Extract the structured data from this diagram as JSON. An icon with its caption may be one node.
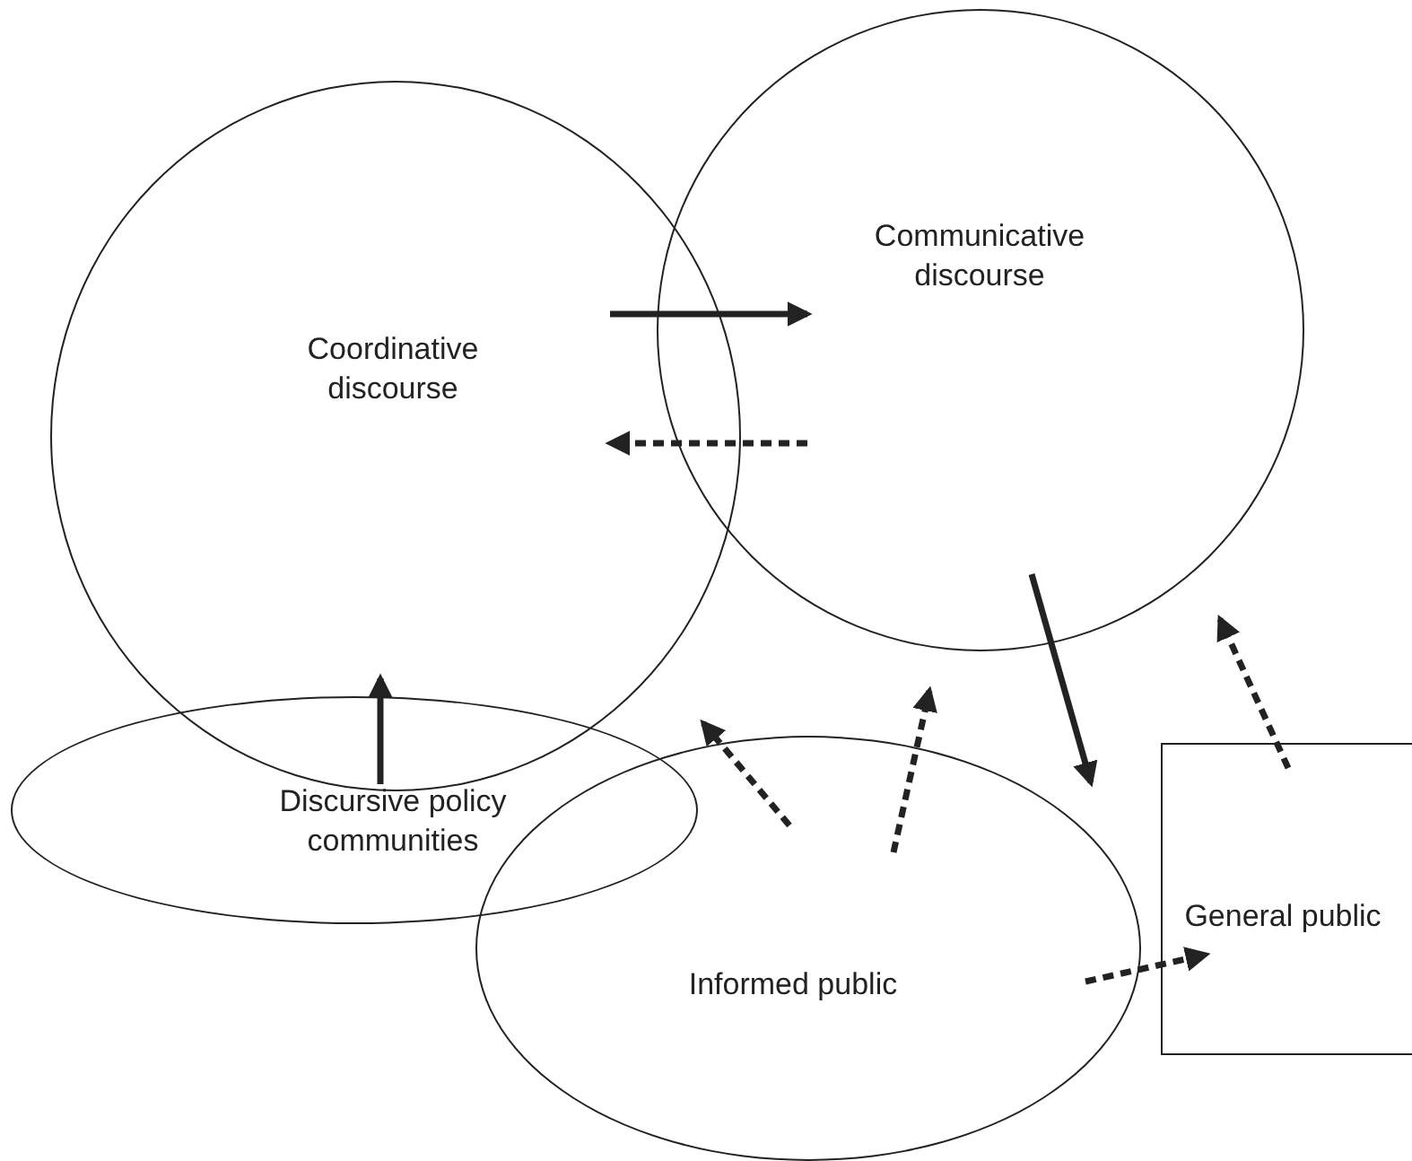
{
  "diagram": {
    "nodes": [
      {
        "text": [
          "Coordinative discourse"
        ]
      },
      {
        "text": [
          "Communicative discourse"
        ]
      },
      {
        "text": [
          "Discursive policy communities"
        ]
      },
      {
        "text": [
          "Informed public"
        ]
      },
      {
        "text": [
          "General public"
        ]
      }
    ],
    "edges": [
      {
        "from": 0,
        "to": 1,
        "arrow": "to"
      },
      {
        "from": 1,
        "to": 0,
        "arrow": "to",
        "style": "dashed"
      },
      {
        "from": 2,
        "to": 0,
        "arrow": "to"
      },
      {
        "from": 1,
        "to": 3,
        "arrow": "to"
      },
      {
        "from": 4,
        "to": 1,
        "arrow": "to",
        "style": "dashed"
      },
      {
        "from": 3,
        "to": 1,
        "arrow": "to",
        "style": "dashed"
      },
      {
        "from": 3,
        "to": 0,
        "arrow": "to",
        "style": "dashed"
      },
      {
        "from": 3,
        "to": 4,
        "arrow": "to",
        "style": "dashed"
      }
    ]
  }
}
